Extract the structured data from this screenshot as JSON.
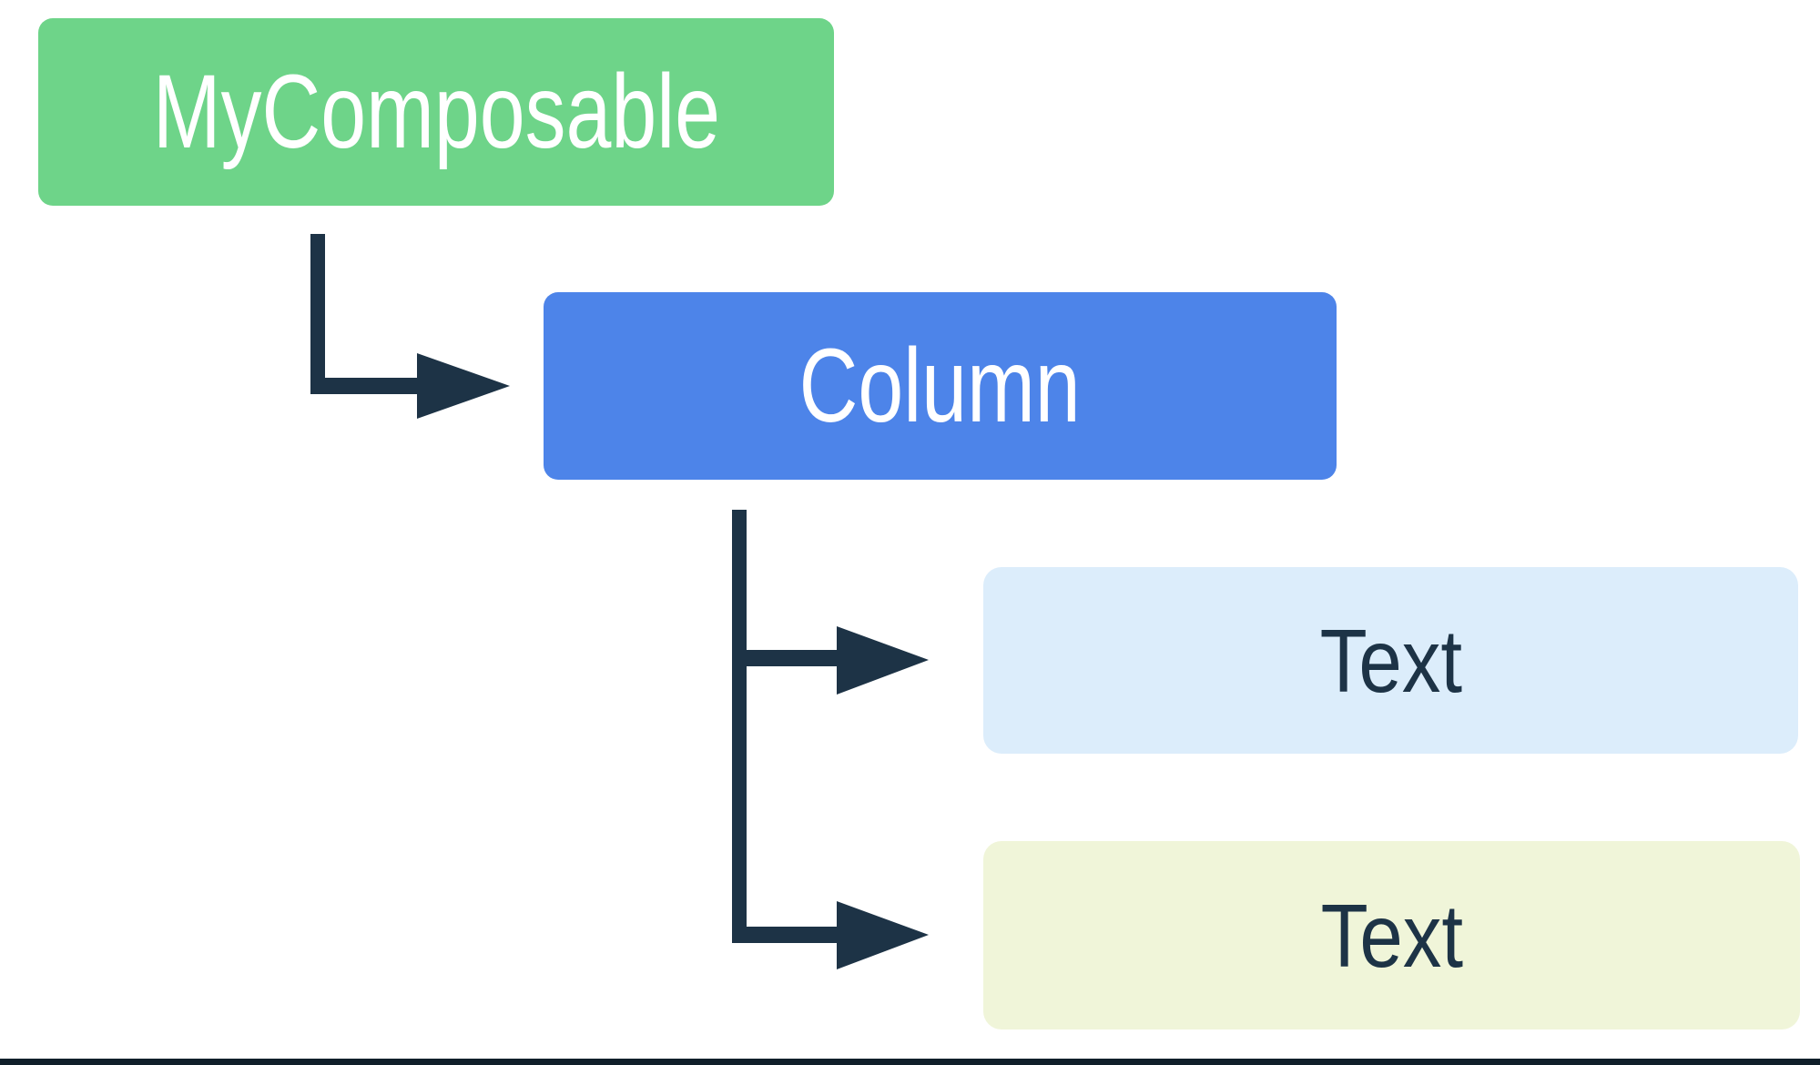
{
  "diagram": {
    "title": "composition-tree",
    "background_color": "#FFFFFF",
    "connector_color": "#1D3346",
    "bottom_border_color": "#101F2A",
    "nodes": [
      {
        "id": "mycomposable",
        "label": "MyComposable",
        "bg": "#6ED489",
        "text_color": "#FFFFFF"
      },
      {
        "id": "column",
        "label": "Column",
        "bg": "#4D84E9",
        "text_color": "#FFFFFF"
      },
      {
        "id": "text1",
        "label": "Text",
        "bg": "#DCEDFB",
        "text_color": "#1D3346"
      },
      {
        "id": "text2",
        "label": "Text",
        "bg": "#F0F5D9",
        "text_color": "#1D3346"
      }
    ]
  }
}
